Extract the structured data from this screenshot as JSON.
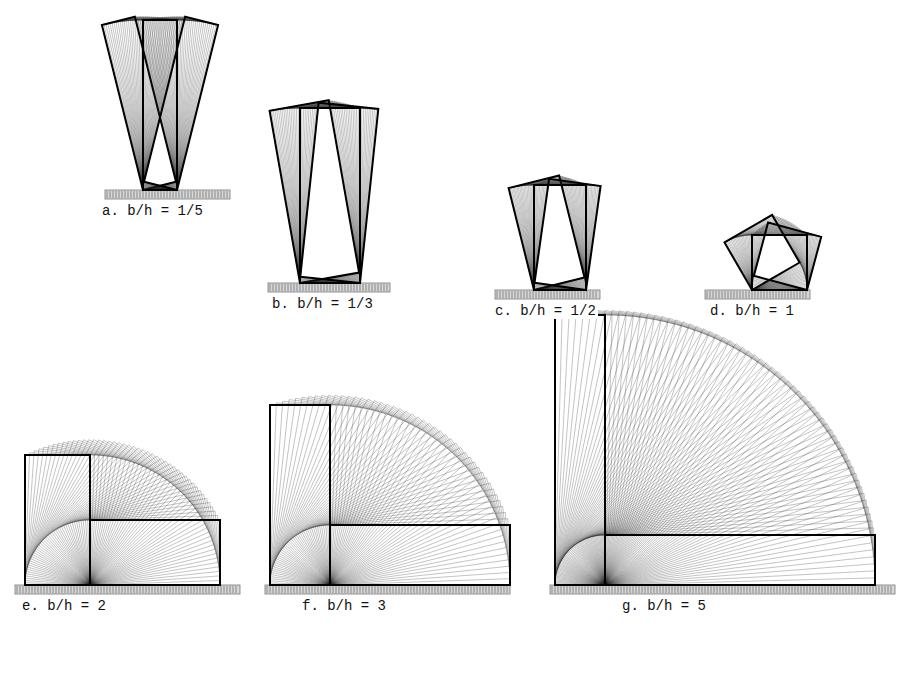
{
  "diagram": {
    "labels": [
      "a. b/h = 1/5",
      "b. b/h = 1/3",
      "c. b/h = 1/2",
      "d. b/h = 1",
      "e. b/h = 2",
      "f. b/h = 3",
      "g. b/h = 5"
    ]
  }
}
